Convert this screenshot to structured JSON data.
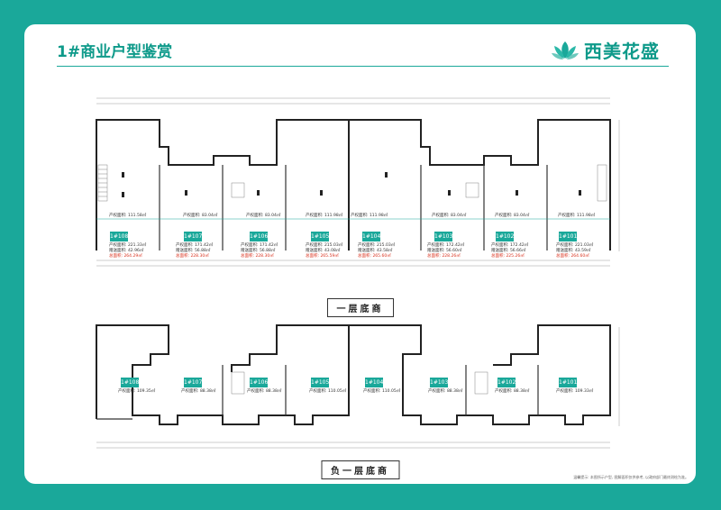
{
  "header": {
    "title": "1#商业户型鉴赏",
    "brand": "西美花盛"
  },
  "floors": {
    "ground_label": "一层底商",
    "basement_label": "负一层底商"
  },
  "ground_units": [
    {
      "id": "1#108",
      "inner": "产权面积: 111.58㎡",
      "a1": "产权面积: 221.33㎡",
      "a2": "赠送面积: 42.96㎡",
      "a3": "总面积: 264.29㎡"
    },
    {
      "id": "1#107",
      "inner": "产权面积: 83.04㎡",
      "a1": "产权面积: 171.42㎡",
      "a2": "赠送面积: 56.88㎡",
      "a3": "总面积: 228.30㎡"
    },
    {
      "id": "1#106",
      "inner": "产权面积: 83.04㎡",
      "a1": "产权面积: 171.42㎡",
      "a2": "赠送面积: 56.88㎡",
      "a3": "总面积: 228.30㎡"
    },
    {
      "id": "1#105",
      "inner": "产权面积: 111.98㎡",
      "a1": "产权面积: 215.03㎡",
      "a2": "赠送面积: 43.08㎡",
      "a3": "总面积: 265.59㎡"
    },
    {
      "id": "1#104",
      "inner": "产权面积: 111.98㎡",
      "a1": "产权面积: 215.03㎡",
      "a2": "赠送面积: 43.58㎡",
      "a3": "总面积: 265.60㎡"
    },
    {
      "id": "1#103",
      "inner": "产权面积: 83.04㎡",
      "a1": "产权面积: 172.42㎡",
      "a2": "赠送面积: 56.60㎡",
      "a3": "总面积: 228.26㎡"
    },
    {
      "id": "1#102",
      "inner": "产权面积: 83.04㎡",
      "a1": "产权面积: 172.42㎡",
      "a2": "赠送面积: 56.66㎡",
      "a3": "总面积: 225.26㎡"
    },
    {
      "id": "1#101",
      "inner": "产权面积: 111.98㎡",
      "a1": "产权面积: 221.03㎡",
      "a2": "赠送面积: 43.59㎡",
      "a3": "总面积: 264.60㎡"
    }
  ],
  "basement_units": [
    {
      "id": "1#108",
      "a": "产权面积: 109.35㎡"
    },
    {
      "id": "1#107",
      "a": "产权面积: 88.38㎡"
    },
    {
      "id": "1#106",
      "a": "产权面积: 88.38㎡"
    },
    {
      "id": "1#105",
      "a": "产权面积: 110.05㎡"
    },
    {
      "id": "1#104",
      "a": "产权面积: 110.05㎡"
    },
    {
      "id": "1#103",
      "a": "产权面积: 88.38㎡"
    },
    {
      "id": "1#102",
      "a": "产权面积: 88.38㎡"
    },
    {
      "id": "1#101",
      "a": "产权面积: 109.33㎡"
    }
  ],
  "footnote": "温馨提示: 本图所示户型, 图解面积仅供参考, 以政府部门最终测绘为准。"
}
